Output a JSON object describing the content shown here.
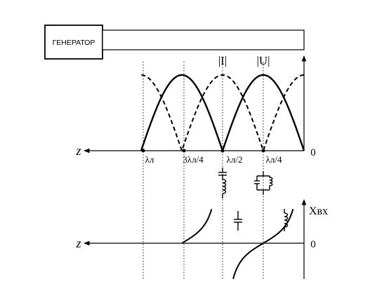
{
  "generator_label": "ГЕНЕРАТОР",
  "top_chart": {
    "current_label": "|I|",
    "voltage_label": "|U|",
    "z_label": "z",
    "origin_label": "0",
    "tick_labels": [
      "λл",
      "3λл/4",
      "λл/2",
      "λл/4"
    ]
  },
  "bottom_chart": {
    "z_label": "z",
    "origin_label": "0",
    "y_label": "Xвх"
  },
  "equivalents": {
    "at_half_lambda": "series-lc-circuit-icon",
    "at_quarter_lambda": "parallel-lc-circuit-icon",
    "negative_region": "capacitor-icon",
    "positive_region": "inductor-icon"
  }
}
